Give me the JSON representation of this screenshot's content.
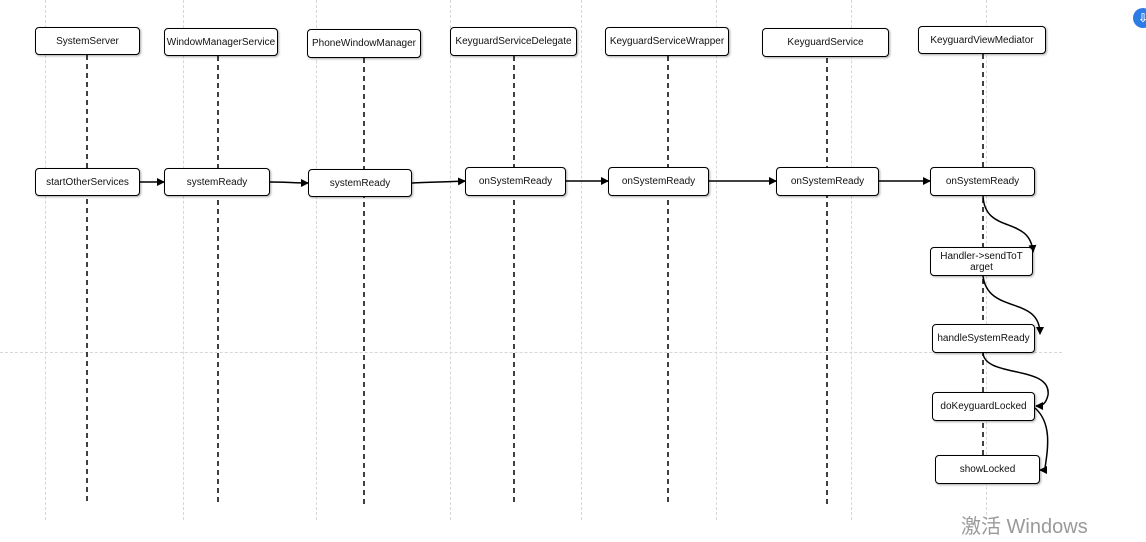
{
  "lifelines": [
    "SystemServer",
    "WindowManagerService",
    "PhoneWindowManager",
    "KeyguardServiceDelegate",
    "KeyguardServiceWrapper",
    "KeyguardService",
    "KeyguardViewMediator"
  ],
  "calls": [
    "startOtherServices",
    "systemReady",
    "systemReady",
    "onSystemReady",
    "onSystemReady",
    "onSystemReady",
    "onSystemReady",
    "Handler->sendToTarget",
    "handleSystemReady",
    "doKeyguardLocked",
    "showLocked"
  ],
  "watermark": {
    "title": "激活 Windows"
  },
  "colors": {
    "stroke": "#000000",
    "grid": "#d7d7d7",
    "watermark": "#9a9a9a",
    "badge": "#2d7be5"
  }
}
